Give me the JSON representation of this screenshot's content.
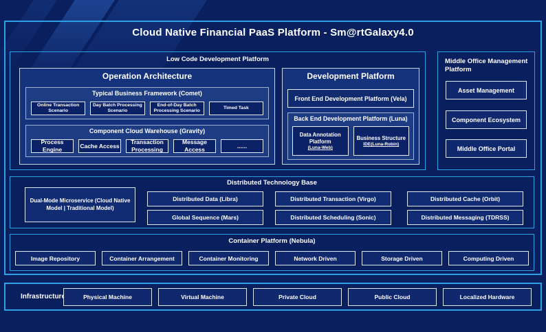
{
  "title": "Cloud Native Financial PaaS Platform - Sm@rtGalaxy4.0",
  "colors": {
    "background": "#0a1f5e",
    "accent_border": "#2da0e6",
    "panel_fill": "#15327c",
    "subpanel_fill": "#1e3c84",
    "box_fill": "#0c2266",
    "text": "#ffffff"
  },
  "low_code": {
    "title": "Low Code Development Platform",
    "operation_architecture": {
      "title": "Operation Architecture",
      "typical_business": {
        "title": "Typical Business Framework (Comet)",
        "items": [
          "Online Transaction Scenario",
          "Day Batch Processing Scenario",
          "End-of-Day Batch Processing Scenario",
          "Timed Task"
        ]
      },
      "component_cloud": {
        "title": "Component Cloud Warehouse (Gravity)",
        "items": [
          "Process Engine",
          "Cache Access",
          "Transaction Processing",
          "Message Access",
          "......"
        ]
      }
    },
    "development_platform": {
      "title": "Development Platform",
      "front_end": "Front End Development Platform (Vela)",
      "back_end": {
        "title": "Back End Development Platform (Luna)",
        "items": [
          {
            "name": "Data Annotation Platform",
            "code": "(Luna-Web)"
          },
          {
            "name": "Business Structure",
            "code": "IDE(Luna-Robin)"
          }
        ]
      }
    }
  },
  "middle_office": {
    "title": "Middle Office Management Platform",
    "items": [
      "Asset Management",
      "Component Ecosystem",
      "Middle Office Portal"
    ]
  },
  "distributed": {
    "title": "Distributed Technology Base",
    "dual_mode": "Dual-Mode Microservice (Cloud Native Model | Traditional Model)",
    "rows": [
      [
        "Distributed Data (Libra)",
        "Distributed Transaction (Virgo)",
        "Distributed Cache (Orbit)"
      ],
      [
        "Global Sequence (Mars)",
        "Distributed Scheduling (Sonic)",
        "Distributed Messaging (TDRSS)"
      ]
    ]
  },
  "container_platform": {
    "title": "Container Platform (Nebula)",
    "items": [
      "Image Repository",
      "Container Arrangement",
      "Container Monitoring",
      "Network Driven",
      "Storage Driven",
      "Computing Driven"
    ]
  },
  "infrastructure": {
    "label": "Infrastructure",
    "items": [
      "Physical Machine",
      "Virtual Machine",
      "Private Cloud",
      "Public Cloud",
      "Localized Hardware"
    ]
  }
}
